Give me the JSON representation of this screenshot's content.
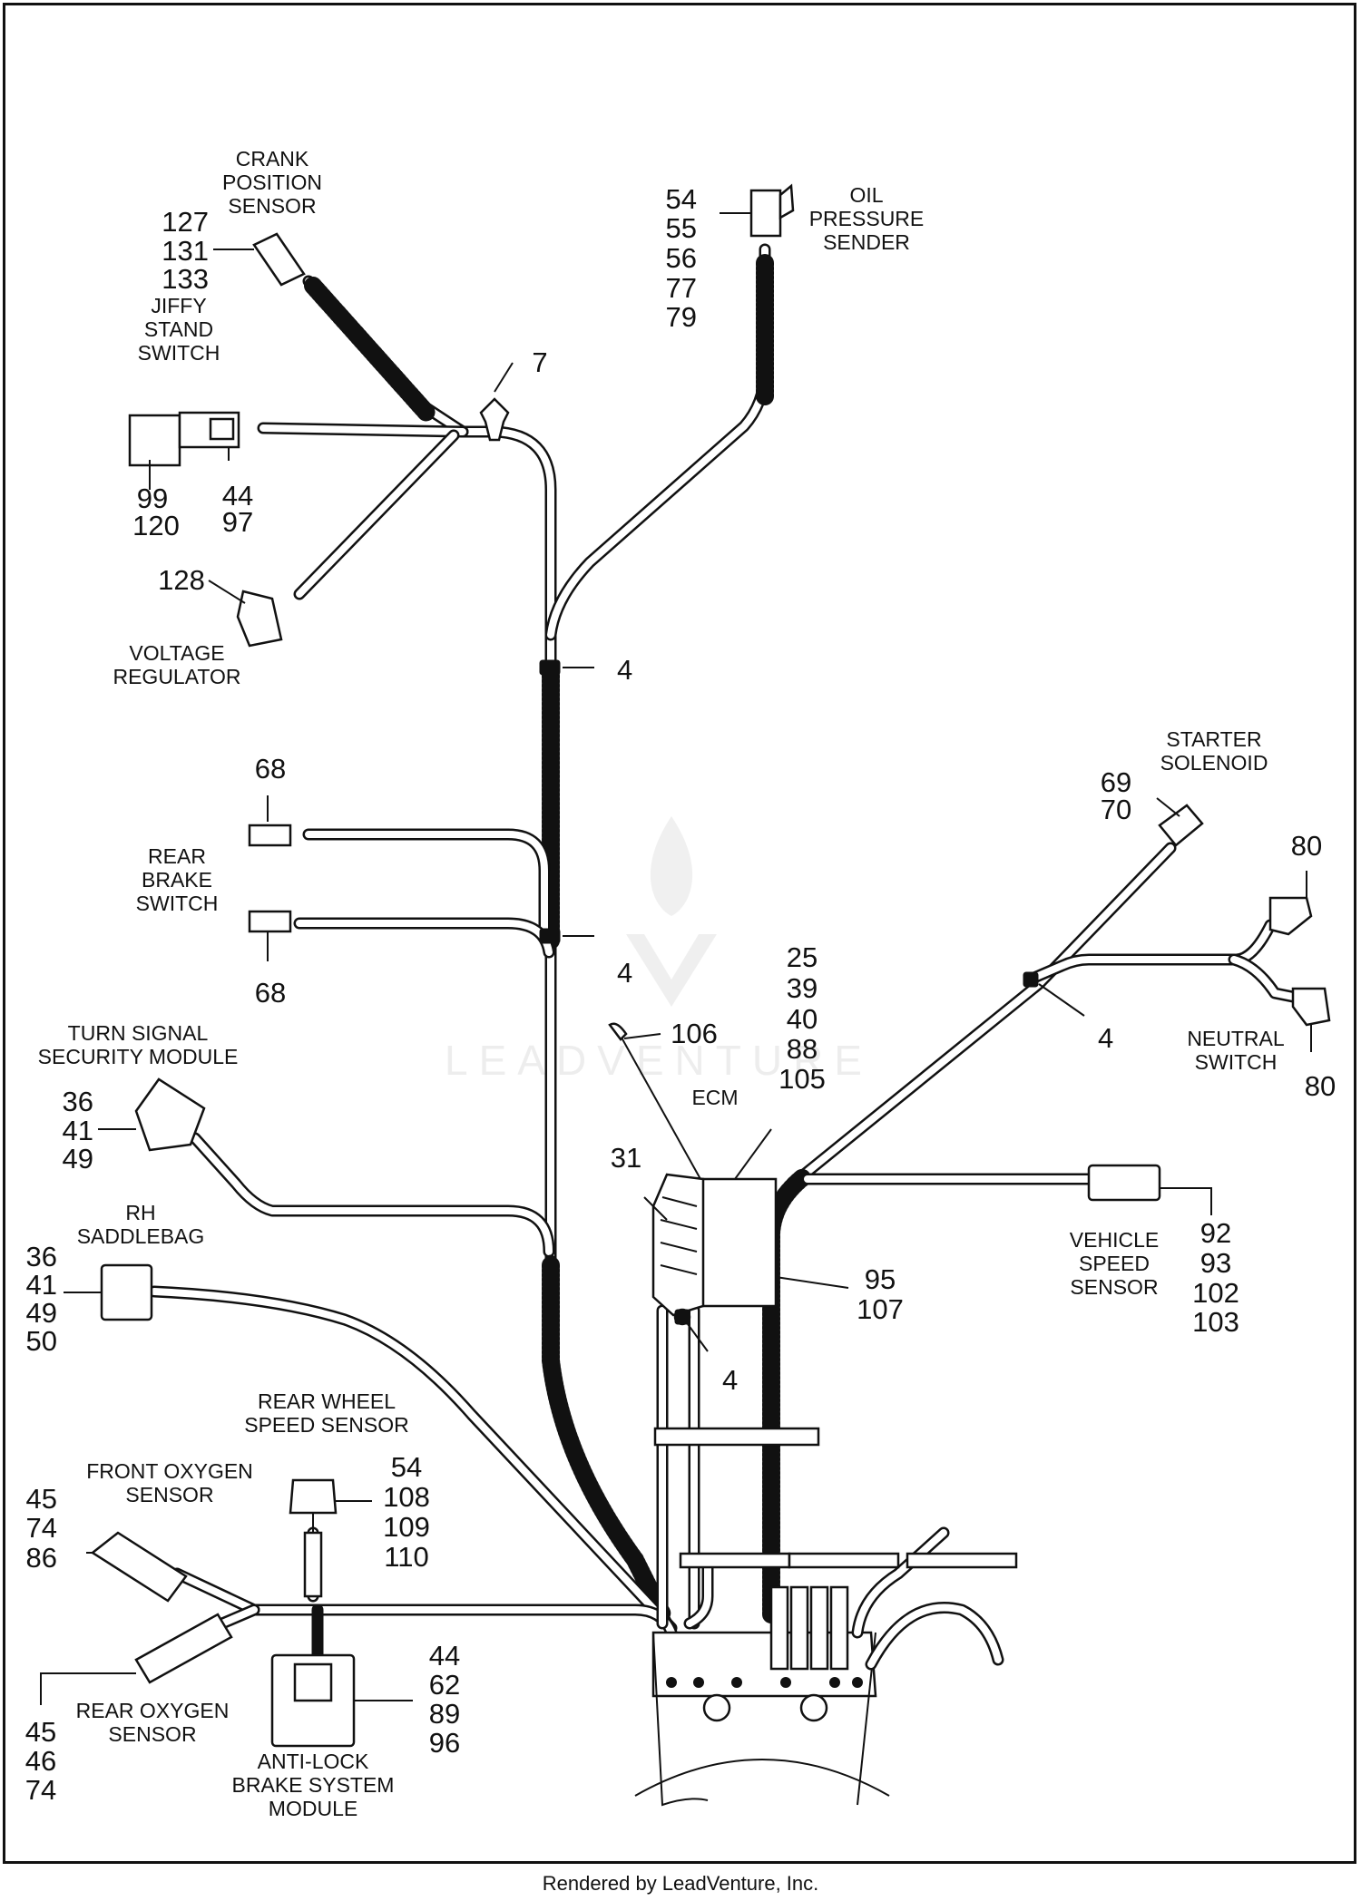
{
  "components": {
    "crank_position_sensor": {
      "label": [
        "CRANK",
        "POSITION",
        "SENSOR"
      ],
      "callouts": [
        "127",
        "131",
        "133"
      ]
    },
    "oil_pressure_sender": {
      "label": [
        "OIL",
        "PRESSURE",
        "SENDER"
      ],
      "callouts": [
        "54",
        "55",
        "56",
        "77",
        "79"
      ]
    },
    "clip_7": {
      "callout": "7"
    },
    "jiffy_stand_switch": {
      "label": [
        "JIFFY",
        "STAND",
        "SWITCH"
      ],
      "callouts_left": [
        "99",
        "120"
      ],
      "callouts_right": [
        "44",
        "97"
      ]
    },
    "voltage_regulator": {
      "label": [
        "VOLTAGE",
        "REGULATOR"
      ],
      "callout": "128"
    },
    "clips_4": [
      "4",
      "4",
      "4",
      "4"
    ],
    "rear_brake_switch": {
      "label": [
        "REAR",
        "BRAKE",
        "SWITCH"
      ],
      "callout_top": "68",
      "callout_bottom": "68"
    },
    "starter_solenoid": {
      "label": [
        "STARTER",
        "SOLENOID"
      ],
      "callouts": [
        "69",
        "70"
      ]
    },
    "neutral_switch": {
      "label": [
        "NEUTRAL",
        "SWITCH"
      ],
      "callout_top": "80",
      "callout_bottom": "80"
    },
    "turn_signal_security_module": {
      "label": [
        "TURN SIGNAL",
        "SECURITY MODULE"
      ],
      "callouts": [
        "36",
        "41",
        "49"
      ]
    },
    "ecm": {
      "label": "ECM",
      "callouts": [
        "25",
        "39",
        "40",
        "88",
        "105"
      ],
      "strap": "106",
      "bracket": "31",
      "mount": [
        "95",
        "107"
      ]
    },
    "rh_saddlebag": {
      "label": [
        "RH",
        "SADDLEBAG"
      ],
      "callouts": [
        "36",
        "41",
        "49",
        "50"
      ]
    },
    "vehicle_speed_sensor": {
      "label": [
        "VEHICLE",
        "SPEED",
        "SENSOR"
      ],
      "callouts": [
        "92",
        "93",
        "102",
        "103"
      ]
    },
    "rear_wheel_speed_sensor": {
      "label": [
        "REAR WHEEL",
        "SPEED SENSOR"
      ],
      "callouts": [
        "54",
        "108",
        "109",
        "110"
      ]
    },
    "front_oxygen_sensor": {
      "label": [
        "FRONT OXYGEN",
        "SENSOR"
      ],
      "callouts": [
        "45",
        "74",
        "86"
      ]
    },
    "rear_oxygen_sensor": {
      "label": [
        "REAR OXYGEN",
        "SENSOR"
      ],
      "callouts": [
        "45",
        "46",
        "74"
      ]
    },
    "abs_module": {
      "label": [
        "ANTI-LOCK",
        "BRAKE SYSTEM",
        "MODULE"
      ],
      "callouts": [
        "44",
        "62",
        "89",
        "96"
      ]
    }
  },
  "watermark": "LEADVENTURE",
  "footer": "Rendered by LeadVenture, Inc."
}
